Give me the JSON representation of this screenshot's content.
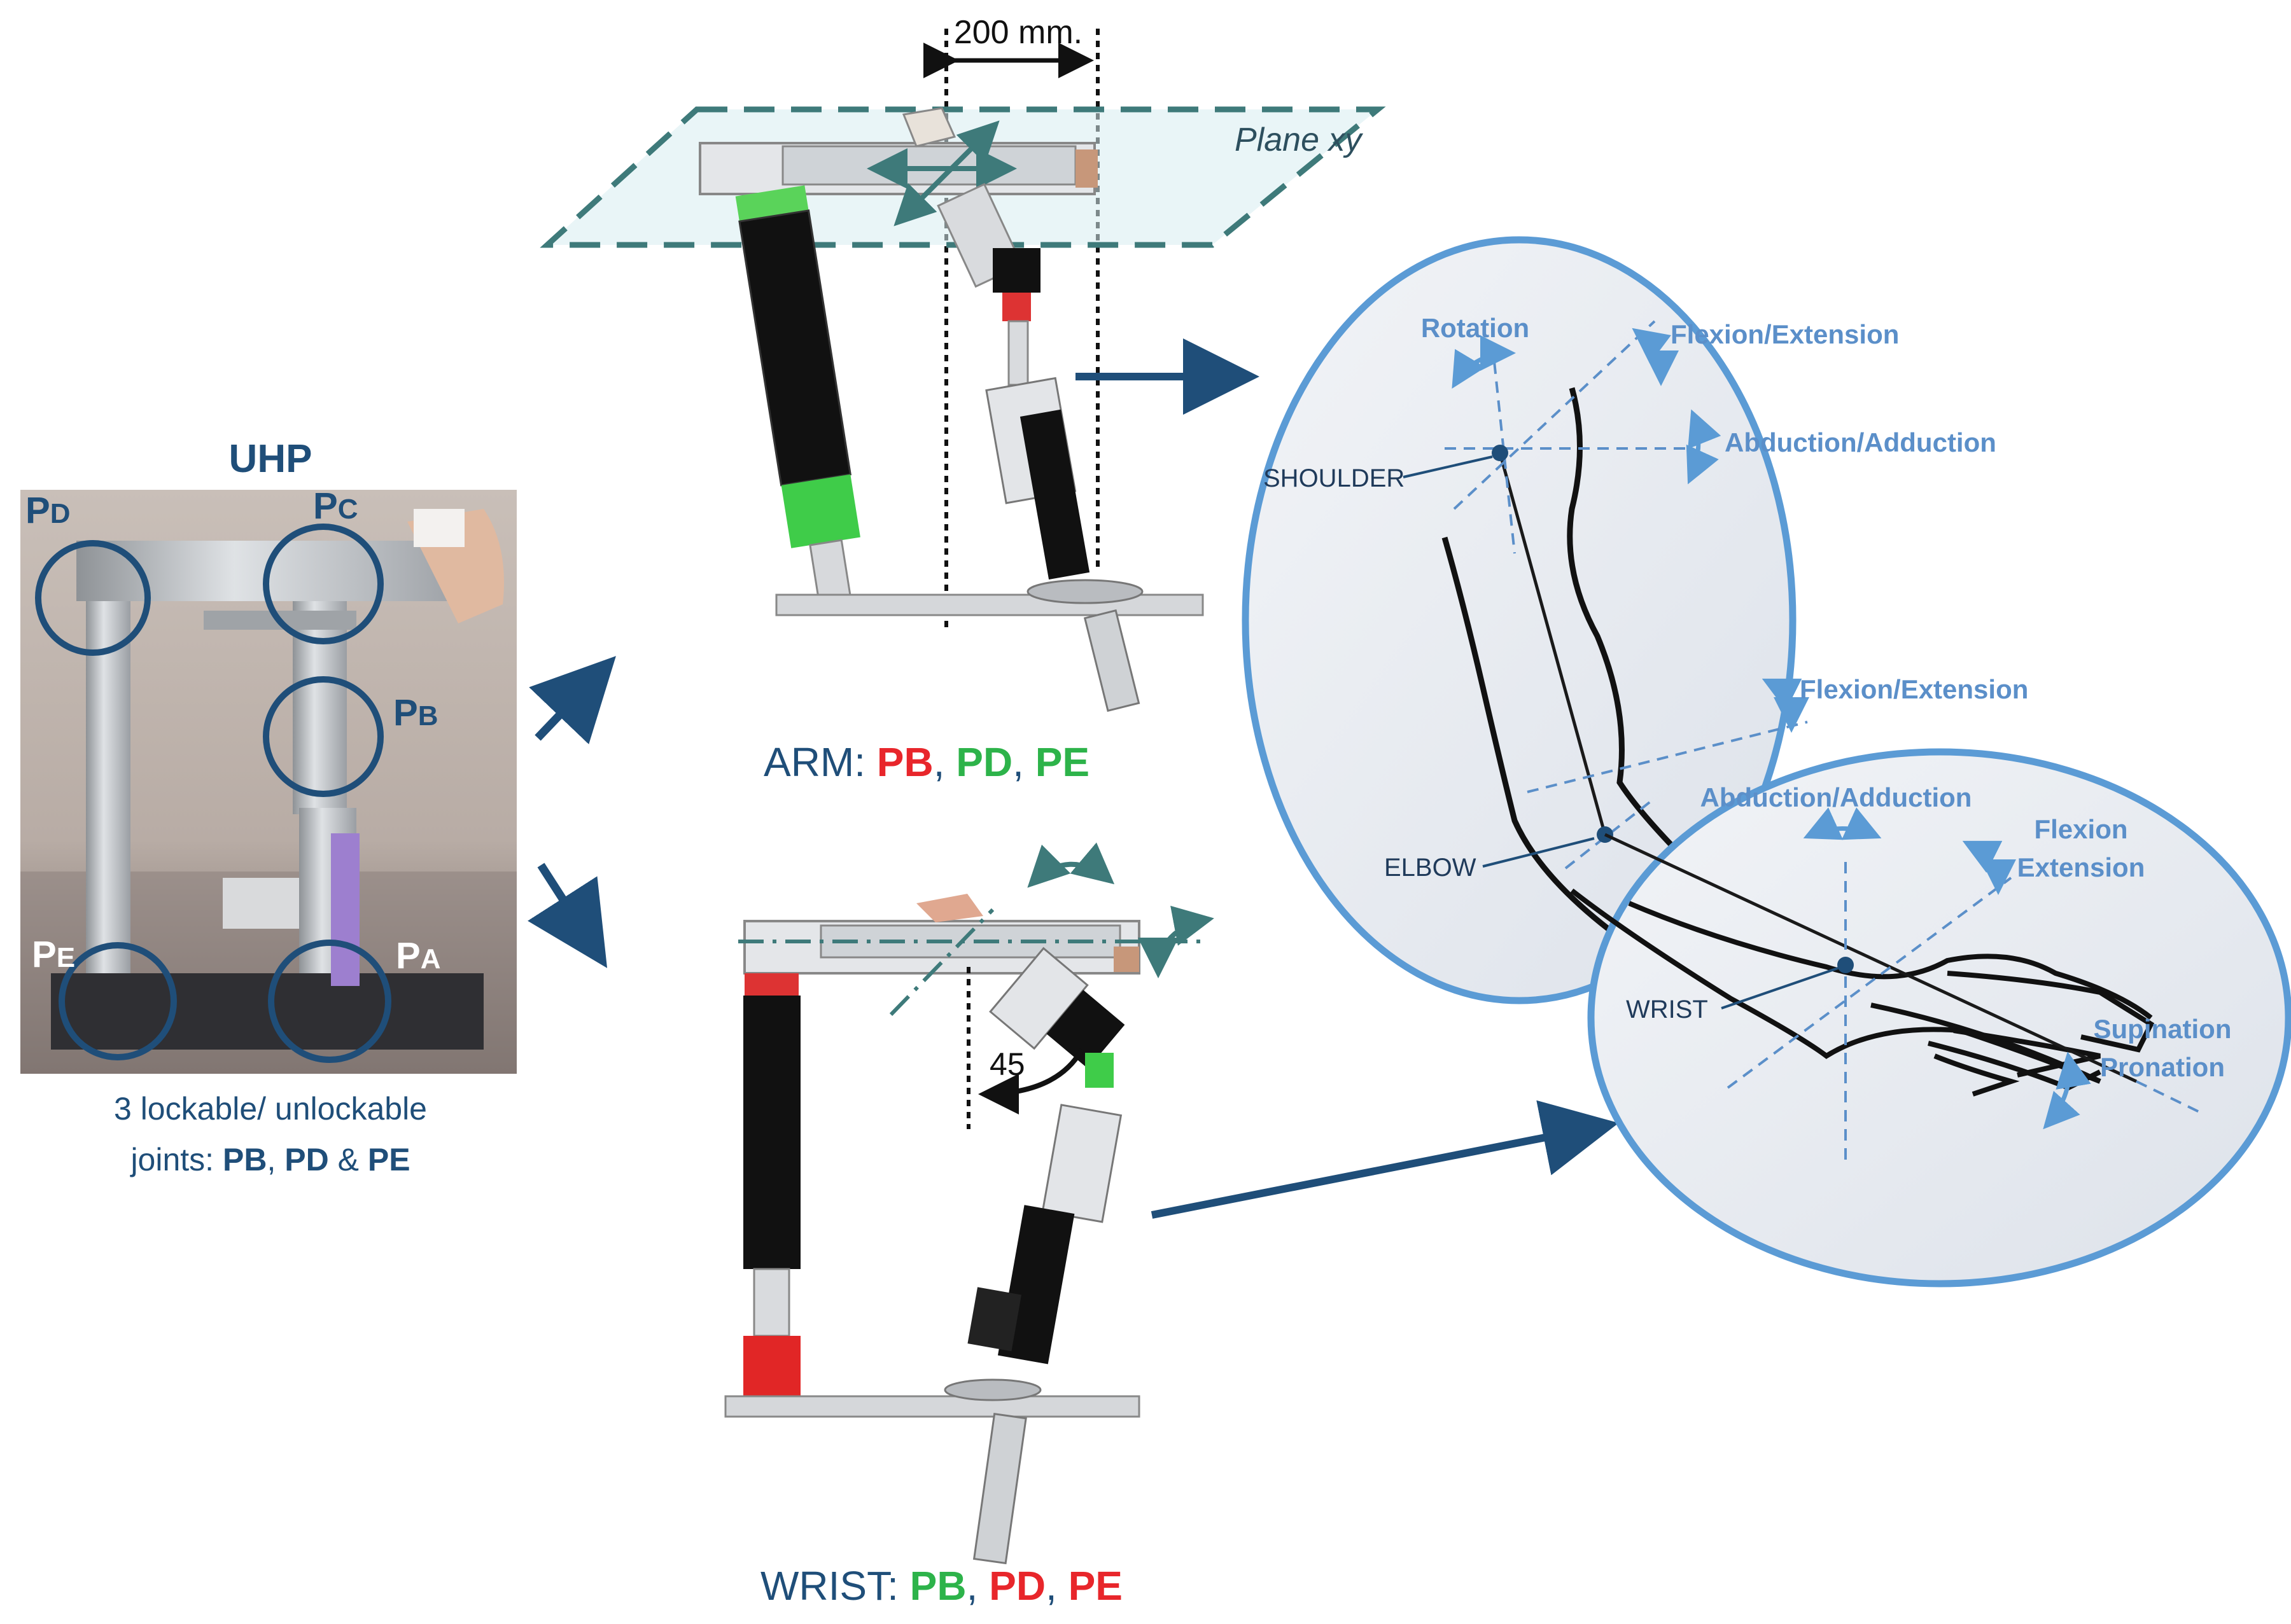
{
  "uhp": {
    "title": "UHP",
    "joint_labels": [
      {
        "id": "pd",
        "prefix": "P",
        "sub": "D"
      },
      {
        "id": "pc",
        "prefix": "P",
        "sub": "C"
      },
      {
        "id": "pb",
        "prefix": "P",
        "sub": "B"
      },
      {
        "id": "pe",
        "prefix": "P",
        "sub": "E"
      },
      {
        "id": "pa",
        "prefix": "P",
        "sub": "A"
      }
    ],
    "caption_line1": "3 lockable/ unlockable",
    "caption_line2_prefix": "joints: ",
    "caption_sep1": ", ",
    "caption_sep2": " & ",
    "caption_pb": "PB",
    "caption_pd": "PD",
    "caption_pe": "PE"
  },
  "arm": {
    "dimension": "200 mm.",
    "plane": "Plane xy",
    "caption_prefix": "ARM: ",
    "caption_items": [
      "PB",
      "PD",
      "PE"
    ],
    "caption_colors": [
      "#e8262b",
      "#2db34a",
      "#2db34a"
    ],
    "caption_sep": ", "
  },
  "wrist_config": {
    "angle": "45",
    "caption_prefix": "WRIST: ",
    "caption_items": [
      "PB",
      "PD",
      "PE"
    ],
    "caption_colors": [
      "#2db34a",
      "#e8262b",
      "#e8262b"
    ],
    "caption_sep": ", "
  },
  "arm_model": {
    "rotation": "Rotation",
    "flexion_extension_shoulder": "Flexion/Extension",
    "abduction_adduction_shoulder": "Abduction/Adduction",
    "shoulder": "SHOULDER",
    "flexion_extension_elbow": "Flexion/Extension",
    "elbow": "ELBOW"
  },
  "wrist_model": {
    "abduction_adduction": "Abduction/Adduction",
    "flexion": "Flexion",
    "extension": "Extension",
    "wrist": "WRIST",
    "supination": "Supination",
    "pronation": "Pronation"
  },
  "colors": {
    "navy": "#1f4e79",
    "ellipse_stroke": "#5b9bd5",
    "label_blue": "#5b8fc9",
    "red": "#e8262b",
    "green": "#2db34a",
    "plane_teal": "#3e7a7a"
  }
}
